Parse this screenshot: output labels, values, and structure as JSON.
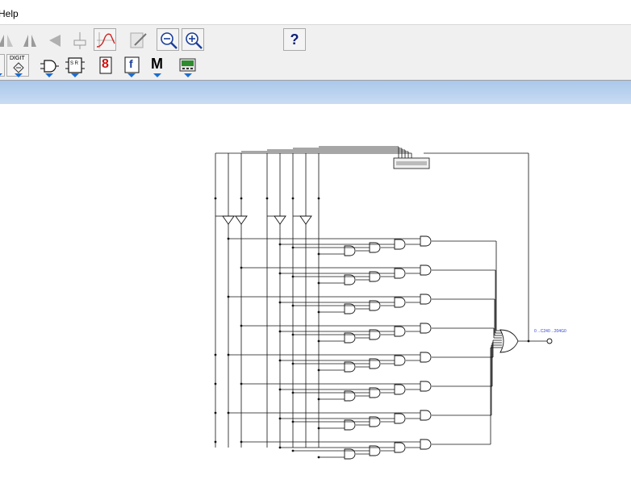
{
  "menu": {
    "help_label": "Help"
  },
  "toolbar": {
    "row1": [
      {
        "name": "mirror-left-icon"
      },
      {
        "name": "mirror-horizontal-icon"
      },
      {
        "name": "flip-vertical-icon"
      },
      {
        "name": "ground-icon"
      },
      {
        "name": "waveform-icon"
      },
      {
        "name": "probe-icon"
      },
      {
        "name": "zoom-out-icon"
      },
      {
        "name": "zoom-in-icon"
      },
      {
        "name": "help-icon"
      }
    ],
    "help_label": "?",
    "digit_label": "DIGIT",
    "seven_seg_label": "8",
    "function_label": "f",
    "macro_label": "M",
    "flipflop_label": "S R"
  },
  "canvas": {
    "output_label": "0→C240→204G0"
  }
}
